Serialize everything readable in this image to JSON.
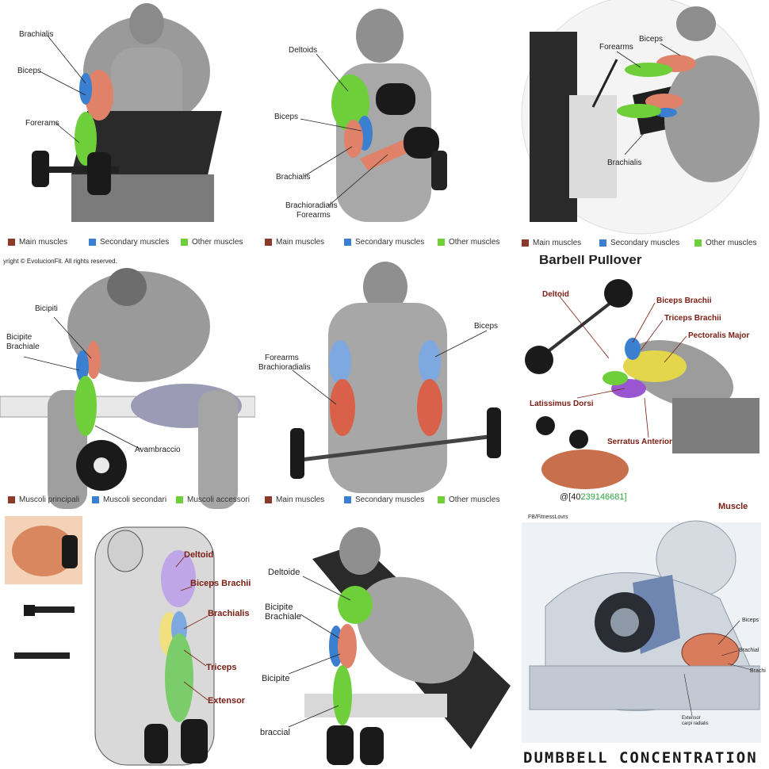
{
  "colors": {
    "main": "#8b3a2a",
    "secondary": "#3b7fd0",
    "other": "#6fcf3a",
    "label_red": "#7a1d12"
  },
  "legend_en": {
    "main": "Main muscles",
    "secondary": "Secondary muscles",
    "other": "Other muscles"
  },
  "legend_it": {
    "main": "Muscoli principali",
    "secondary": "Muscoli secondari",
    "other": "Muscoli accessori"
  },
  "panels": {
    "p1": {
      "brachialis": "Brachialis",
      "biceps": "Biceps",
      "forearms": "Forerams"
    },
    "p2": {
      "deltoids": "Deltoids",
      "biceps": "Biceps",
      "brachialis": "Brachialis",
      "brachioradialis": "Brachioradialis",
      "forearms": "Forearms"
    },
    "p3": {
      "biceps": "Biceps",
      "forearms": "Forearms",
      "brachialis": "Brachialis"
    },
    "p4": {
      "copyright": "yright © EvolucionFit. All rights reserved.",
      "bicipiti": "Bicipiti",
      "bicipite": "Bicipite",
      "brachiale": "Brachiale",
      "avambraccio": "Avambraccio"
    },
    "p5": {
      "biceps": "Biceps",
      "forearms": "Forearms",
      "brachioradialis": "Brachioradialis"
    },
    "p6": {
      "title": "Barbell Pullover",
      "deltoid": "Deltoid",
      "biceps_brachii": "Biceps Brachii",
      "triceps_brachii": "Triceps Brachii",
      "pectoralis_major": "Pectoralis Major",
      "latissimus_dorsi": "Latissimus Dorsi",
      "serratus_anterior": "Serratus Anterior",
      "handle": "@[40",
      "handle_num": "239146681]",
      "brand": "Muscle"
    },
    "p7": {
      "deltoid": "Deltoid",
      "biceps_brachii": "Biceps Brachii",
      "brachialis": "Brachialis",
      "triceps": "Triceps",
      "extensor": "Extensor"
    },
    "p8": {
      "deltoide": "Deltoide",
      "bicipite": "Bicipite",
      "brachiale": "Brachiale",
      "bicipite2": "Bicipite",
      "brachialis": "braccial"
    },
    "p9": {
      "credit": "FB/FitnessLovrs",
      "biceps": "Biceps",
      "brachial": "Brachial",
      "brachi": "Brachi",
      "extensor": "Extensor",
      "carpi": "carpi radialis",
      "title": "DUMBBELL CONCENTRATION CURL"
    }
  }
}
